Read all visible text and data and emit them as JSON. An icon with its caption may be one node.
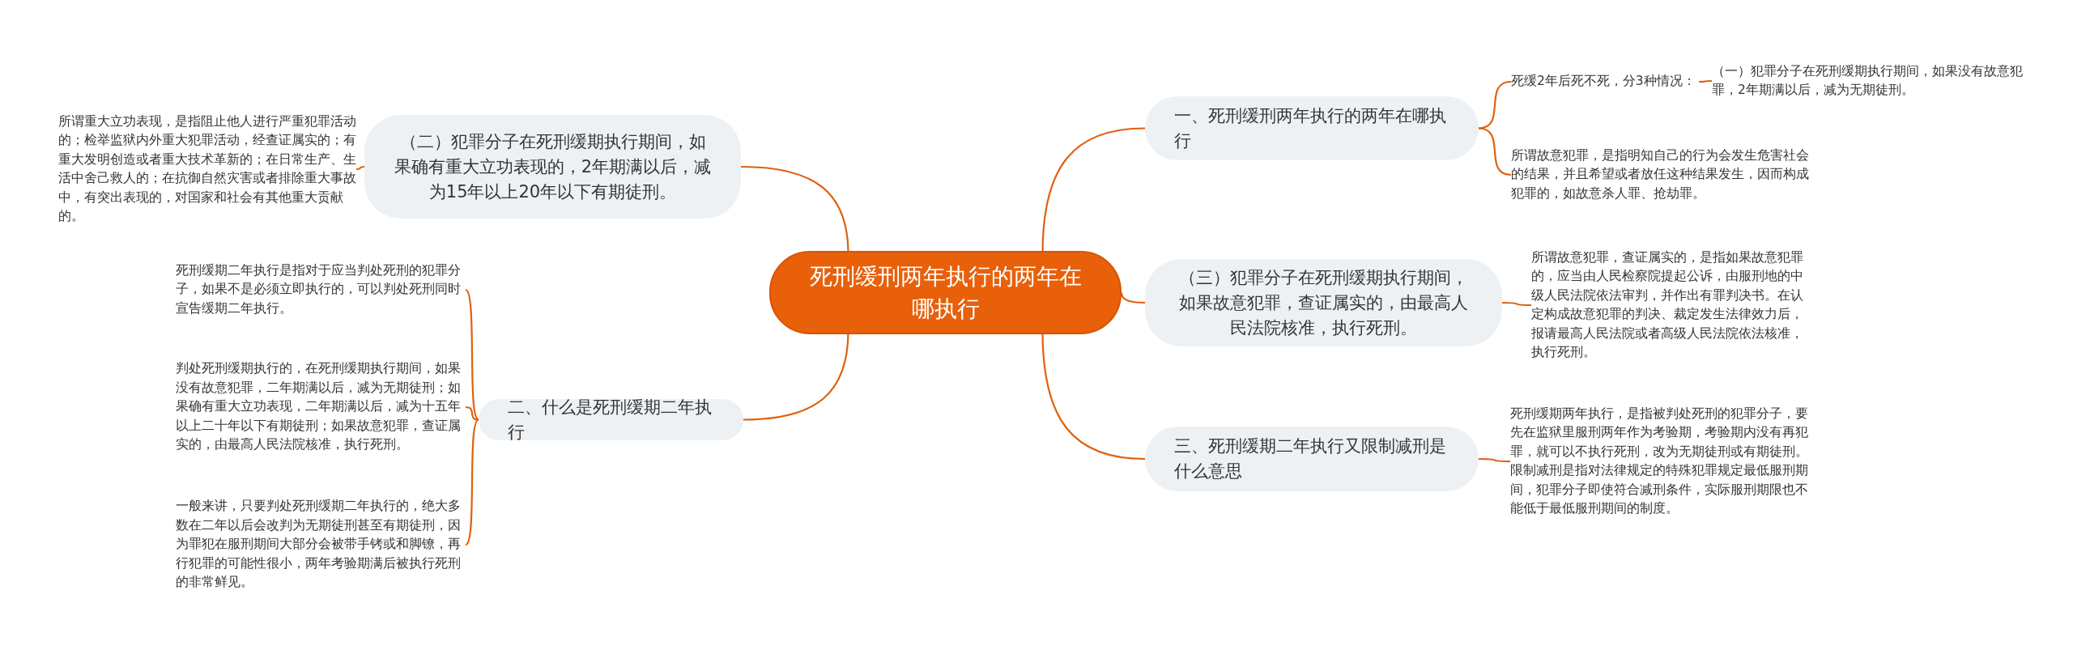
{
  "diagram": {
    "nodes": [
      {
        "text": [
          "死刑缓刑两年执行的两年在哪执行"
        ]
      },
      {
        "text": [
          "一、死刑缓刑两年执行的两年在哪执行"
        ]
      },
      {
        "text": [
          "死缓2年后死不死，分3种情况："
        ]
      },
      {
        "text": [
          "（一）犯罪分子在死刑缓期执行期间，如果没有故意犯罪，2年期满以后，减为无期徒刑。"
        ]
      },
      {
        "text": [
          "所谓故意犯罪，是指明知自己的行为会发生危害社会的结果，并且希望或者放任这种结果发生，因而构成犯罪的，如故意杀人罪、抢劫罪。"
        ]
      },
      {
        "text": [
          "（三）犯罪分子在死刑缓期执行期间，如果故意犯罪，查证属实的，由最高人民法院核准，执行死刑。"
        ]
      },
      {
        "text": [
          "所谓故意犯罪，查证属实的，是指如果故意犯罪的，应当由人民检察院提起公诉，由服刑地的中级人民法院依法审判，并作出有罪判决书。在认定构成故意犯罪的判决、裁定发生法律效力后，报请最高人民法院或者高级人民法院依法核准，执行死刑。"
        ]
      },
      {
        "text": [
          "三、死刑缓期二年执行又限制减刑是什么意思"
        ]
      },
      {
        "text": [
          "死刑缓期两年执行，是指被判处死刑的犯罪分子，要先在监狱里服刑两年作为考验期，考验期内没有再犯罪，就可以不执行死刑，改为无期徒刑或有期徒刑。限制减刑是指对法律规定的特殊犯罪规定最低服刑期间，犯罪分子即使符合减刑条件，实际服刑期限也不能低于最低服刑期间的制度。"
        ]
      },
      {
        "text": [
          "（二）犯罪分子在死刑缓期执行期间，如果确有重大立功表现的，2年期满以后，减为15年以上20年以下有期徒刑。"
        ]
      },
      {
        "text": [
          "所谓重大立功表现，是指阻止他人进行严重犯罪活动的；检举监狱内外重大犯罪活动，经查证属实的；有重大发明创造或者重大技术革新的；在日常生产、生活中舍己救人的；在抗御自然灾害或者排除重大事故中，有突出表现的，对国家和社会有其他重大贡献的。"
        ]
      },
      {
        "text": [
          "二、什么是死刑缓期二年执行"
        ]
      },
      {
        "text": [
          "死刑缓期二年执行是指对于应当判处死刑的犯罪分子，如果不是必须立即执行的，可以判处死刑同时宣告缓期二年执行。"
        ]
      },
      {
        "text": [
          "判处死刑缓期执行的，在死刑缓期执行期间，如果没有故意犯罪，二年期满以后，减为无期徒刑；如果确有重大立功表现，二年期满以后，减为十五年以上二十年以下有期徒刑；如果故意犯罪，查证属实的，由最高人民法院核准，执行死刑。"
        ]
      },
      {
        "text": [
          "一般来讲，只要判处死刑缓期二年执行的，绝大多数在二年以后会改判为无期徒刑甚至有期徒刑，因为罪犯在服刑期间大部分会被带手铐或和脚镣，再行犯罪的可能性很小，两年考验期满后被执行死刑的非常鲜见。"
        ]
      }
    ],
    "edges": [
      {
        "from": 0,
        "to": 1,
        "arrow": "none"
      },
      {
        "from": 1,
        "to": 2,
        "arrow": "none"
      },
      {
        "from": 2,
        "to": 3,
        "arrow": "none"
      },
      {
        "from": 1,
        "to": 4,
        "arrow": "none"
      },
      {
        "from": 0,
        "to": 5,
        "arrow": "none"
      },
      {
        "from": 5,
        "to": 6,
        "arrow": "none"
      },
      {
        "from": 0,
        "to": 7,
        "arrow": "none"
      },
      {
        "from": 7,
        "to": 8,
        "arrow": "none"
      },
      {
        "from": 0,
        "to": 9,
        "arrow": "none"
      },
      {
        "from": 9,
        "to": 10,
        "arrow": "none"
      },
      {
        "from": 0,
        "to": 11,
        "arrow": "none"
      },
      {
        "from": 11,
        "to": 12,
        "arrow": "none"
      },
      {
        "from": 11,
        "to": 13,
        "arrow": "none"
      },
      {
        "from": 11,
        "to": 14,
        "arrow": "none"
      }
    ]
  }
}
